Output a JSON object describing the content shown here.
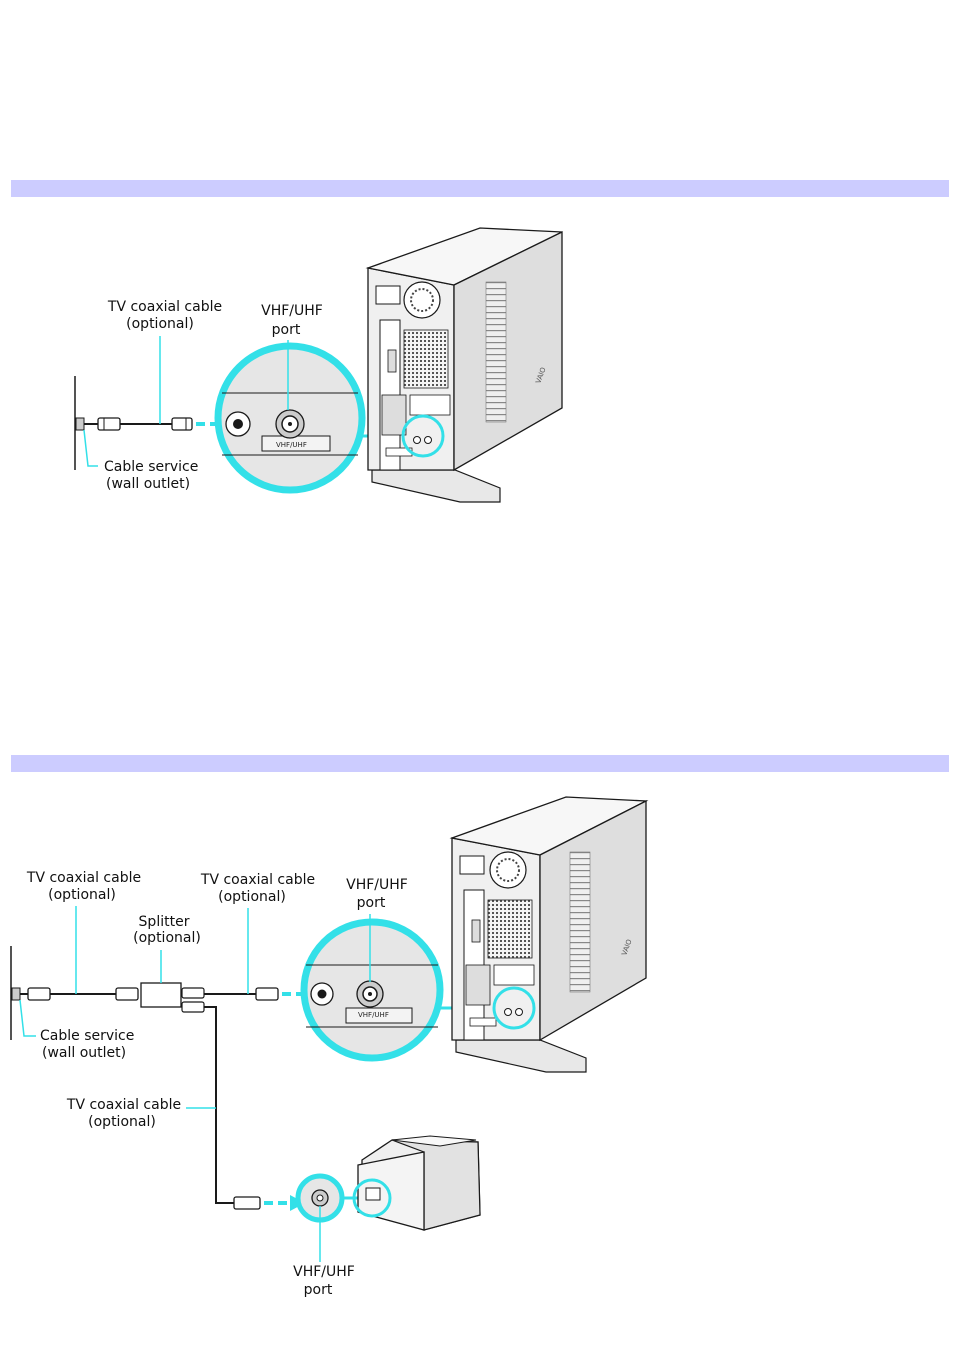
{
  "colors": {
    "band": "#ccccff",
    "accent": "#33e0e8",
    "outline": "#1a1a1a",
    "panel": "#e6e6e6"
  },
  "diagram1": {
    "labels": {
      "coax_cable": [
        "TV coaxial cable",
        "(optional)"
      ],
      "vhf_uhf_port": [
        "VHF/UHF",
        "port"
      ],
      "cable_service": [
        "Cable service",
        "(wall outlet)"
      ],
      "port_marking": "VHF/UHF",
      "brand_logo": "VAIO"
    }
  },
  "diagram2": {
    "labels": {
      "coax_cable_left": [
        "TV coaxial cable",
        "(optional)"
      ],
      "coax_cable_middle": [
        "TV coaxial cable",
        "(optional)"
      ],
      "vhf_uhf_port_pc": [
        "VHF/UHF",
        "port"
      ],
      "splitter": [
        "Splitter",
        "(optional)"
      ],
      "cable_service": [
        "Cable service",
        "(wall outlet)"
      ],
      "coax_cable_tv": [
        "TV coaxial cable",
        "(optional)"
      ],
      "vhf_uhf_port_tv": [
        "VHF/UHF",
        "port"
      ],
      "port_marking": "VHF/UHF",
      "brand_logo": "VAIO"
    }
  }
}
